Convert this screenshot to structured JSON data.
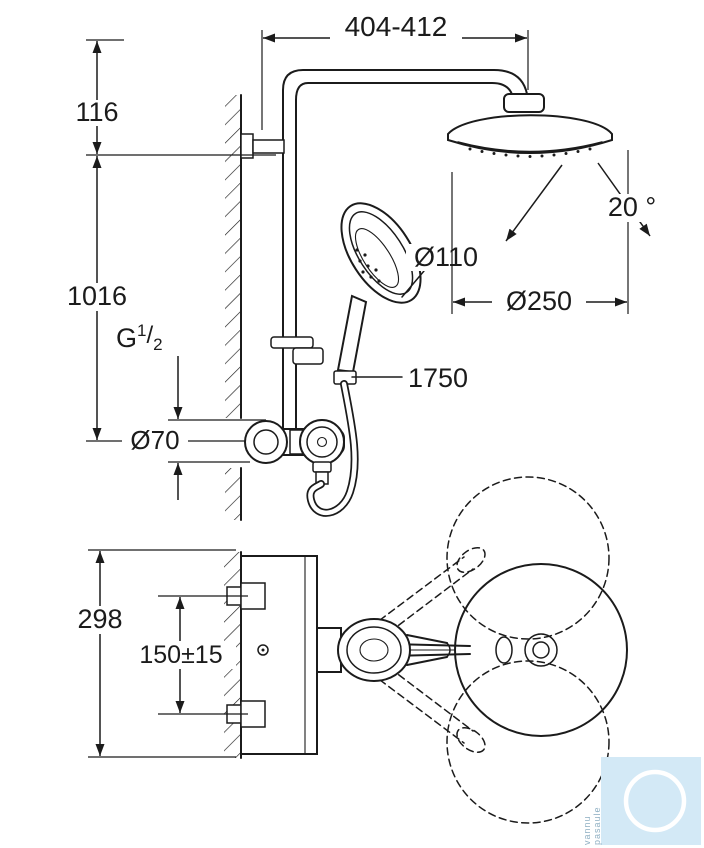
{
  "drawing": {
    "kind": "shower-system-dimension-drawing",
    "ink_color": "#1b1b1b",
    "labels": {
      "top_width": "404-412",
      "offset_top": "116",
      "riser_height": "1016",
      "thread_g": "G",
      "thread_numerator": "1",
      "thread_slash": "/",
      "thread_denominator": "2",
      "escutcheon_dia": "Ø70",
      "handshower_dia": "Ø110",
      "headshower_dia": "Ø250",
      "swivel_angle": "20 °",
      "hose_length": "1750",
      "plan_depth": "298",
      "union_spacing": "150±15"
    }
  },
  "watermark": {
    "line1": "vannu",
    "line2": "pasaule",
    "box_color": "#d3e9f6",
    "ring_color": "#ffffff",
    "text_color": "#8fb0c3"
  }
}
